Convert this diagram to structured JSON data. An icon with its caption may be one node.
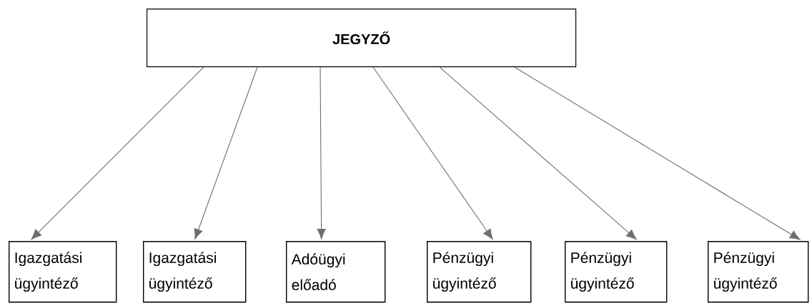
{
  "diagram": {
    "nodes": [
      {
        "text": [
          "**JEGYZŐ**"
        ]
      },
      {
        "text": [
          "Igazgatási ügyintéző"
        ]
      },
      {
        "text": [
          "Igazgatási ügyintéző"
        ]
      },
      {
        "text": [
          "Adóügyi előadó"
        ]
      },
      {
        "text": [
          "Pénzügyi ügyintéző"
        ]
      },
      {
        "text": [
          "Pénzügyi ügyintéző"
        ]
      },
      {
        "text": [
          "Pénzügyi ügyintéző"
        ]
      }
    ],
    "edges": [
      {
        "from": 0,
        "to": 1,
        "arrow": "to"
      },
      {
        "from": 0,
        "to": 2,
        "arrow": "to"
      },
      {
        "from": 0,
        "to": 3,
        "arrow": "to"
      },
      {
        "from": 0,
        "to": 4,
        "arrow": "to"
      },
      {
        "from": 0,
        "to": 5,
        "arrow": "to"
      },
      {
        "from": 0,
        "to": 6,
        "arrow": "to"
      }
    ]
  }
}
